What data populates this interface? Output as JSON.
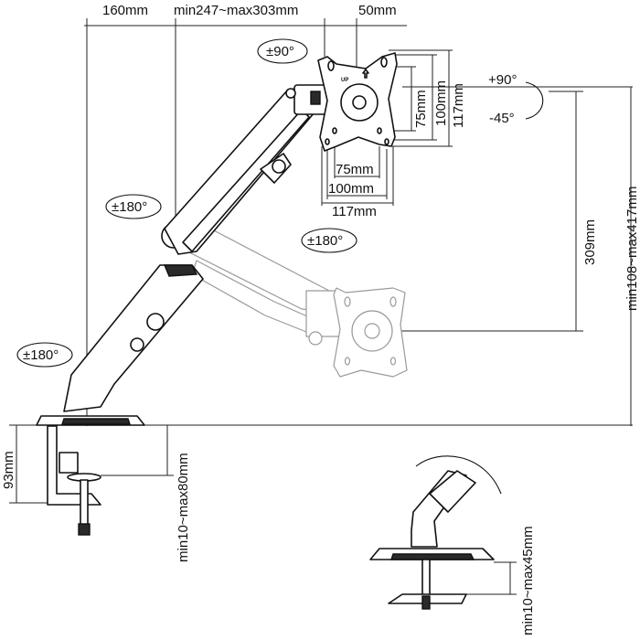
{
  "title": "Monitor arm dimension diagram",
  "top_dimensions": {
    "base_offset": "160mm",
    "arm_reach": "min247~max303mm",
    "plate_depth": "50mm"
  },
  "vesa": {
    "vertical": [
      "75mm",
      "100mm",
      "117mm"
    ],
    "horizontal": [
      "75mm",
      "100mm",
      "117mm"
    ],
    "up_marker": "UP"
  },
  "rotations": {
    "plate_swivel": "±90°",
    "tilt_up": "+90°",
    "tilt_down": "-45°",
    "upper_joint": "±180°",
    "head_joint": "±180°",
    "base_joint": "±180°"
  },
  "height_dimensions": {
    "vertical_travel": "309mm",
    "height_range": "min108~max417mm"
  },
  "clamp": {
    "clamp_height": "93mm",
    "desk_thickness": "min10~max80mm"
  },
  "grommet_inset": {
    "desk_thickness": "min10~max45mm"
  }
}
